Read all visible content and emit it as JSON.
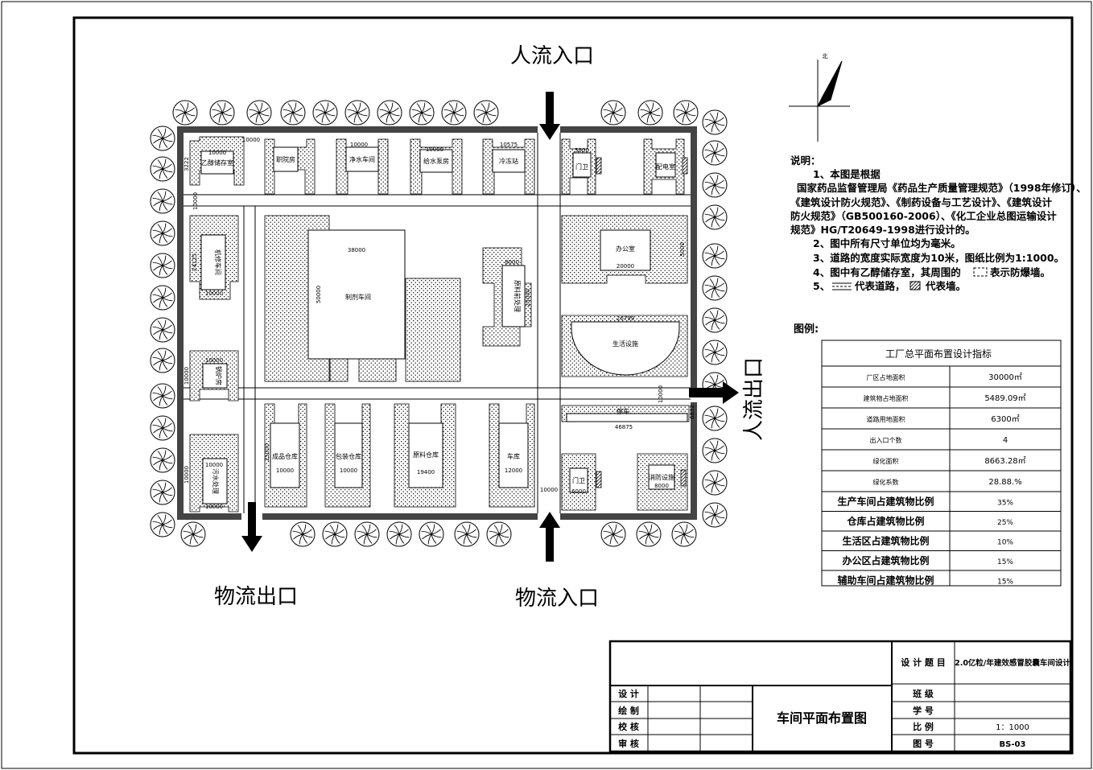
{
  "entrances": {
    "people_in": "人流入口",
    "people_out": "人流出口",
    "logistics_out": "物流出口",
    "logistics_in": "物流入口"
  },
  "north_label": "北",
  "notes": {
    "title": "说明：",
    "lines": [
      "1、本图是根据",
      "国家药品监督管理局《药品生产质量管理规范》（1998年修订）、",
      "《建筑设计防火规范》、《制药设备与工艺设计》、《建筑设计",
      "防火规范》（GB500160-2006）、《化工企业总图运输设计",
      "规范》HG/T20649-1998进行设计的。",
      "2、图中所有尺寸单位均为毫米。",
      "3、道路的宽度实际宽度为10米，图纸比例为1:1000。",
      "4、图中有乙醇储存室，其周围的",
      "表示防爆墙。",
      "5、",
      "代表道路，",
      "代表墙。"
    ]
  },
  "legend_label": "图例:",
  "indicator_table": {
    "title": "工厂总平面布置设计指标",
    "rows": [
      {
        "label": "厂区占地面积",
        "value": "30000㎡"
      },
      {
        "label": "建筑物占地面积",
        "value": "5489.09㎡"
      },
      {
        "label": "道路用地面积",
        "value": "6300㎡"
      },
      {
        "label": "出入口个数",
        "value": "4"
      },
      {
        "label": "绿化面积",
        "value": "8663.28㎡"
      },
      {
        "label": "绿化系数",
        "value": "28.88.%"
      },
      {
        "label": "生产车间占建筑物比例",
        "value": "35%"
      },
      {
        "label": "仓库占建筑物比例",
        "value": "25%"
      },
      {
        "label": "生活区占建筑物比例",
        "value": "10%"
      },
      {
        "label": "办公区占建筑物比例",
        "value": "15%"
      },
      {
        "label": "辅助车间占建筑物比例",
        "value": "15%"
      }
    ]
  },
  "buildings": {
    "ethanol": "乙醇储存室",
    "dorm": "职院房",
    "water": "净水车间",
    "water2": "给水泵房",
    "cooling": "冷冻站",
    "gate_tr": "门卫",
    "power": "配电室",
    "machine": "机修车间",
    "prep": "制剂车间",
    "material_prep": "原料前处理",
    "office": "办公室",
    "living": "生活设施",
    "boiler": "锅炉房",
    "parking": "停车",
    "sewage": "污水处理",
    "product_wh": "成品仓库",
    "package_wh": "包装仓库",
    "raw_wh": "原料仓库",
    "garage": "车库",
    "gate_br": "门卫",
    "fire": "消防设施"
  },
  "dimensions": {
    "d10000": "10000",
    "d38000": "38000",
    "d50000": "50000",
    "d20000": "20000",
    "d5000": "5000",
    "d8000": "8000",
    "d19400": "19400",
    "d12000": "12000",
    "d46875": "46875",
    "d8000b": "8000",
    "d6000": "6000",
    "d25000": "25000",
    "d3222": "3222",
    "d24125": "24125",
    "d26799": "26799",
    "d6832": "6832",
    "d10575": "10575"
  },
  "title_block": {
    "labels": [
      "设 计",
      "绘 制",
      "校 核",
      "审 核"
    ],
    "drawing_name": "车间平面布置图",
    "design_topic_label": "设 计 题 目",
    "design_topic": "2.0亿粒/年建效感冒胶囊车间设计",
    "class_label": "班 级",
    "class_value": "",
    "id_label": "学 号",
    "id_value": "",
    "scale_label": "比 例",
    "scale_value": "1：1000",
    "drawing_no_label": "图 号",
    "drawing_no_value": "BS-03"
  }
}
